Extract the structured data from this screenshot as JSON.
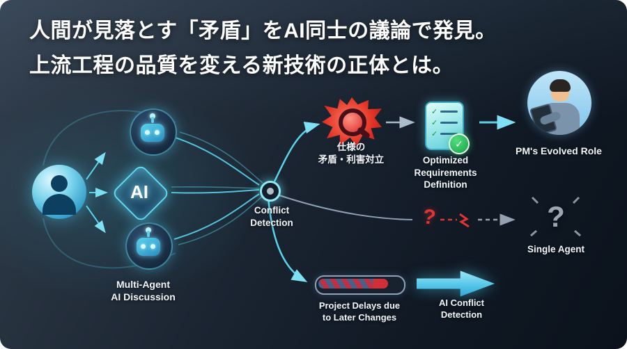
{
  "title": {
    "text": "人間が見落とす「矛盾」をAI同士の議論で発見。\n上流工程の品質を変える新技術の正体とは。"
  },
  "diagram": {
    "multi_agent_label": "Multi-Agent\nAI Discussion",
    "ai_core_label": "AI",
    "conflict_detection_label": "Conflict\nDetection",
    "spec_conflict_label": "仕様の\n矛盾・利害対立",
    "optimized_requirements_label": "Optimized\nRequirements\nDefinition",
    "pm_role_label": "PM's Evolved Role",
    "failure_question_mark": "?",
    "single_agent_question_mark": "?",
    "single_agent_label": "Single Agent",
    "project_delays_label": "Project Delays due\nto Later Changes",
    "ai_conflict_arrow_label": "AI Conflict\nDetection",
    "checklist_tick": "✓"
  },
  "colors": {
    "background_dark": "#101924",
    "accent_cyan": "#5ad6ee",
    "accent_red": "#e23326",
    "accent_green": "#22b24c",
    "text": "#f2f6fa",
    "grey_line": "#95a1af"
  }
}
